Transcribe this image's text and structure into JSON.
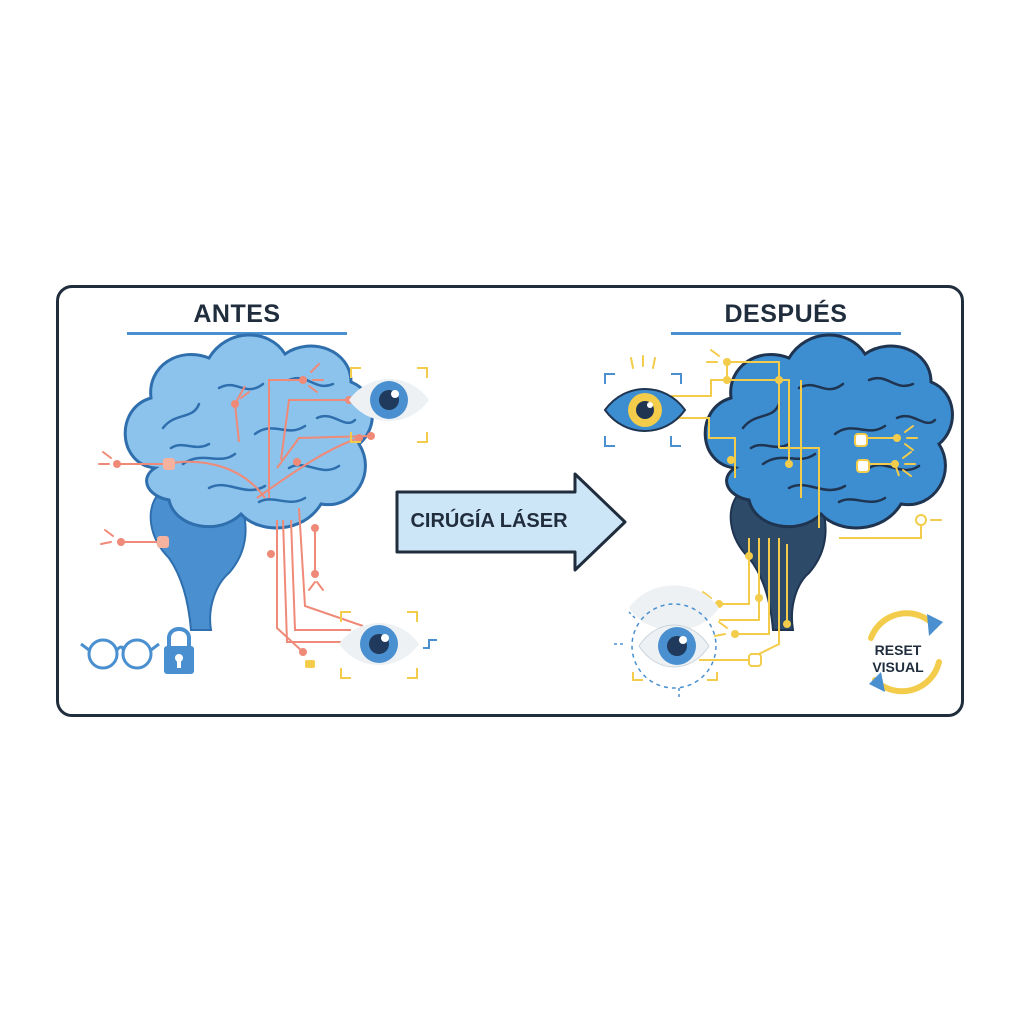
{
  "before": {
    "title": "ANTES"
  },
  "after": {
    "title": "DESPUÉS"
  },
  "arrow": {
    "label": "CIRÚGÍA LÁSER"
  },
  "badge": {
    "line1": "RESET",
    "line2": "VISUAL"
  },
  "colors": {
    "before_wires": "#f08a78",
    "after_wires": "#f2cc4a",
    "brain_before": "#8cc3ec",
    "brain_after": "#3d8ed0",
    "outline": "#1f2d3d",
    "accent": "#4a90d0"
  },
  "icons": [
    "brain-icon",
    "eye-icon",
    "glasses-icon",
    "lock-icon",
    "arrow-icon",
    "reset-cycle-icon"
  ]
}
